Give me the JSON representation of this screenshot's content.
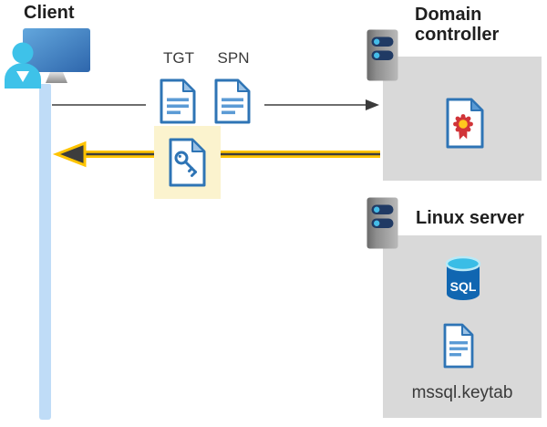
{
  "diagram": {
    "client": {
      "label": "Client"
    },
    "tickets": {
      "tgt_label": "TGT",
      "spn_label": "SPN"
    },
    "domain_controller": {
      "label": "Domain controller"
    },
    "linux_server": {
      "label": "Linux server",
      "sql_label": "SQL",
      "keytab_label": "mssql.keytab"
    },
    "icons": {
      "client": "user-at-computer-icon",
      "tgt": "ticket-document-icon",
      "spn": "ticket-document-icon",
      "service_ticket": "key-document-icon",
      "domain_controller": "server-icon",
      "certificate": "certificate-icon",
      "linux_server": "server-icon",
      "database": "sql-database-icon",
      "keytab": "document-icon"
    },
    "colors": {
      "accent_yellow": "#FFC400",
      "highlight_yellow": "#FBF3CE",
      "doc_border_blue": "#2E74B5",
      "doc_fold_blue": "#9CC2E5",
      "doc_line_blue": "#5B9BD5",
      "box_gray": "#D9D9D9",
      "lifeline_blue": "#BFDCF7",
      "arrow_gray": "#595959",
      "arrow_dark": "#3D3D3D",
      "cert_red": "#D13438",
      "cert_yellow": "#FFC81E",
      "sql_body_blue": "#1066B1",
      "sql_top_cyan": "#3ABDE6",
      "server_slot_navy": "#203A64",
      "server_dot_cyan": "#45BCE8",
      "person_cyan": "#3EC2E9",
      "monitor_blue": "#2E66AC"
    }
  }
}
